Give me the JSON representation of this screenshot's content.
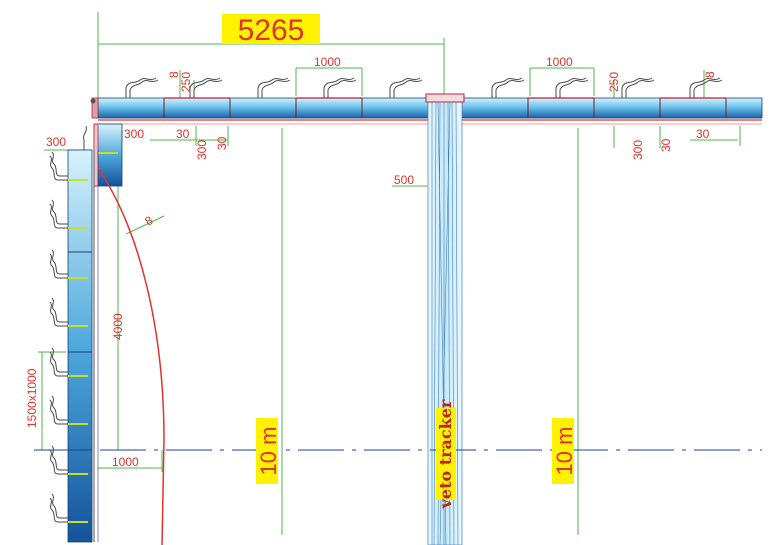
{
  "title_dim": "5265",
  "dims": {
    "d1000_top_left": "1000",
    "d1000_top_right": "1000",
    "d8_a": "8",
    "d250_a": "250",
    "d250_b": "250",
    "d8_b": "8",
    "d300_left": "300",
    "d300_inner": "300",
    "d30_a": "30",
    "d300_vert_a": "300",
    "d30_vert_a": "30",
    "d300_vert_b": "300",
    "d30_vert_b": "30",
    "d30_b": "30",
    "d500": "500",
    "d8_curve": "8",
    "d4000": "4000",
    "d1500x1000": "1500x1000",
    "d1000_bottom": "1000"
  },
  "labels": {
    "ten_m_left": "10 m",
    "ten_m_right": "10 m",
    "veto": "veto tracker"
  },
  "colors": {
    "dimension_red": "#e2322c",
    "dimension_green": "#4fb548",
    "axis_blue": "#1f3f9c",
    "module_light": "#b9e7f8",
    "module_dark": "#1f6fb0",
    "highlight": "#fff200"
  }
}
